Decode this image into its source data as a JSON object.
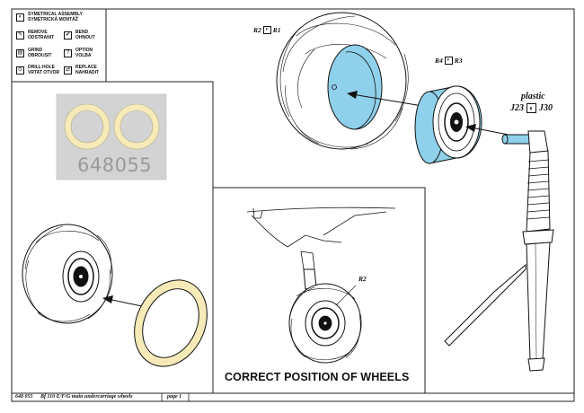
{
  "legend": {
    "items": [
      {
        "icon": "symmetry-icon",
        "line1": "SYMETRICAL ASSEMBLY",
        "line2": "SYMETRICKÁ MONTÁŽ"
      },
      {
        "icon": "remove-icon",
        "line1": "REMOVE",
        "line2": "ODSTRANIT"
      },
      {
        "icon": "bend-icon",
        "line1": "BEND",
        "line2": "OHNOUT"
      },
      {
        "icon": "grind-icon",
        "line1": "GRIND",
        "line2": "OBROUSIT"
      },
      {
        "icon": "option-icon",
        "line1": "OPTION",
        "line2": "VOLBA"
      },
      {
        "icon": "drill-icon",
        "line1": "DRILL HOLE",
        "line2": "VRTAT OTVOR"
      },
      {
        "icon": "replace-icon",
        "line1": "REPLACE",
        "line2": "NAHRADIT"
      }
    ]
  },
  "fret": {
    "code": "648055"
  },
  "labels": {
    "r2": "R2",
    "r1": "R1",
    "r4": "R4",
    "r3": "R3",
    "plastic": "plastic",
    "j23": "J23",
    "j30": "J30",
    "r2_inset": "R2"
  },
  "inset": {
    "caption": "CORRECT POSITION OF WHEELS"
  },
  "footer": {
    "product": "648 055",
    "title": "Bf 110 E/F/G main undercarriage wheels",
    "page": "page 1"
  },
  "colors": {
    "resin_blue": "#8fd0ea",
    "etch_yellow": "#f5eab8",
    "fret_gray": "#d3d3d3"
  }
}
